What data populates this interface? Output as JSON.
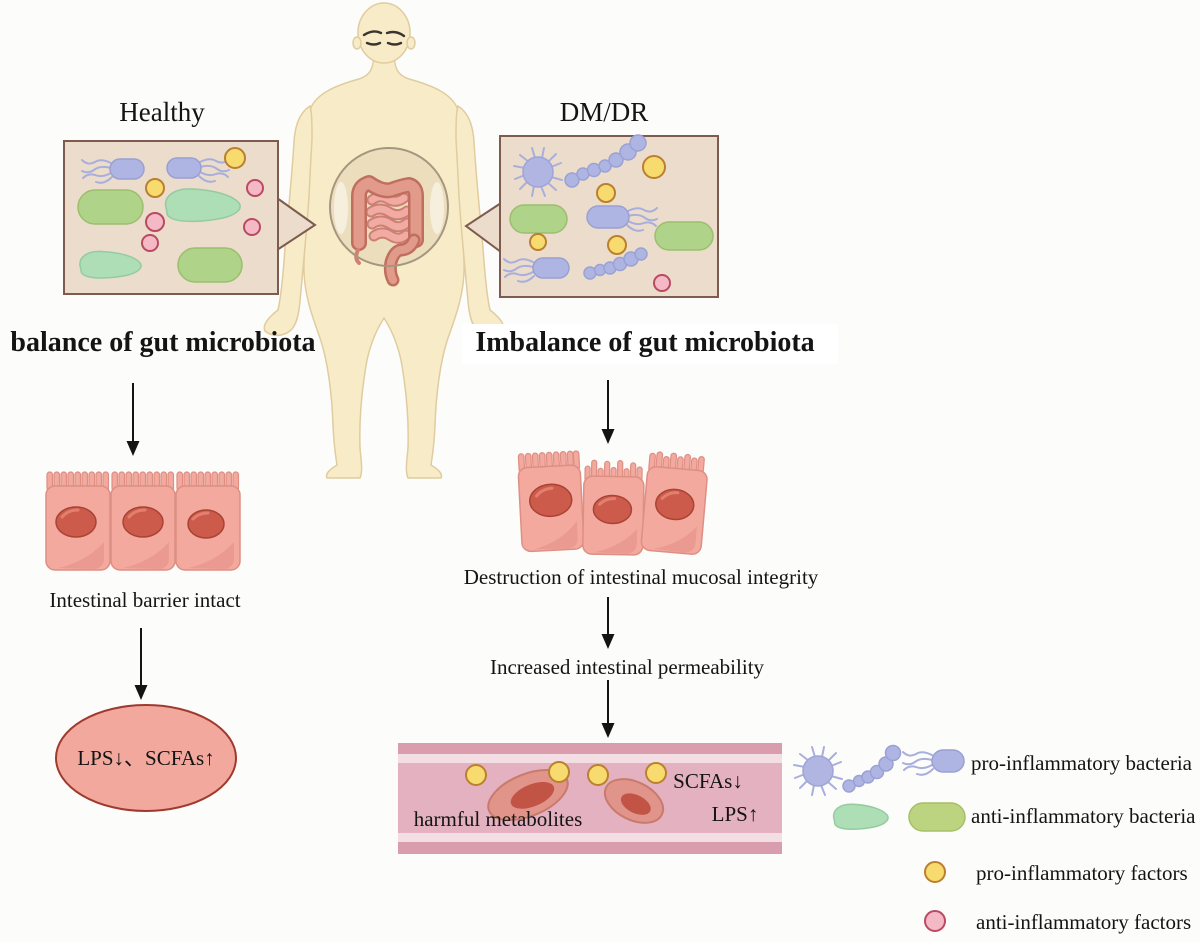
{
  "figure": {
    "healthy": {
      "title": "Healthy",
      "label": "balance of gut microbiota"
    },
    "dmdr": {
      "title": "DM/DR",
      "label": "Imbalance of gut microbiota"
    },
    "left_flow": {
      "barrier_caption": "Intestinal barrier intact",
      "outcome_label": "LPS↓、SCFAs↑"
    },
    "right_flow": {
      "destruction_caption": "Destruction of intestinal mucosal integrity",
      "permeability_caption": "Increased intestinal permeability"
    },
    "vessel": {
      "harmful": "harmful metabolites",
      "scfas": "SCFAs↓",
      "lps": "LPS↑"
    }
  },
  "legend": {
    "items": [
      {
        "icon": "pro-inflammatory-bacteria-icons",
        "label": "pro-inflammatory bacteria"
      },
      {
        "icon": "anti-inflammatory-bacteria-icons",
        "label": "anti-inflammatory bacteria"
      },
      {
        "icon": "pro-inflammatory-factor-icon",
        "label": "pro-inflammatory factors"
      },
      {
        "icon": "anti-inflammatory-factor-icon",
        "label": "anti-inflammatory factors"
      }
    ]
  },
  "colors": {
    "pro_inflammatory_bacteria": "#AFB5E3",
    "anti_inflammatory_bacteria": "#AFD389",
    "pro_inflammatory_factor": "#F8DB6E",
    "anti_inflammatory_factor": "#F5B9C5",
    "epithelial_cell": "#F3A99E",
    "vessel": "#E3B1C0",
    "gut_box": "#EBDCCB",
    "outcome_ellipse": "#F2A89C"
  }
}
